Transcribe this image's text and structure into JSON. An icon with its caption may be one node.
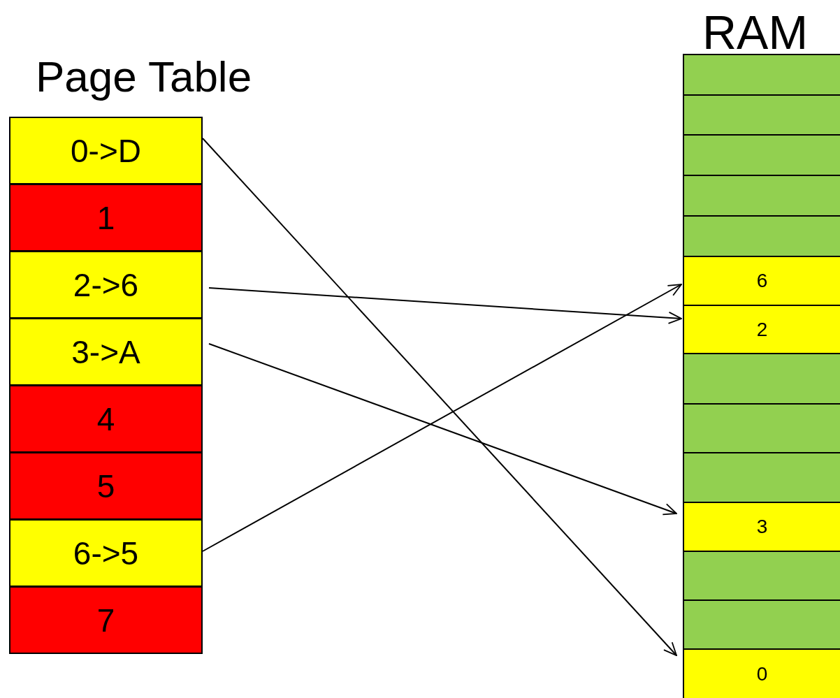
{
  "diagram": {
    "nodes": [
      {
        "text": [
          "Page Table"
        ]
      },
      {
        "text": [
          "0->D"
        ],
        "in": 0
      },
      {
        "text": [
          "1"
        ],
        "in": 0
      },
      {
        "text": [
          "2->6"
        ],
        "in": 0
      },
      {
        "text": [
          "3->A"
        ],
        "in": 0
      },
      {
        "text": [
          "4"
        ],
        "in": 0
      },
      {
        "text": [
          "5"
        ],
        "in": 0
      },
      {
        "text": [
          "6->5"
        ],
        "in": 0
      },
      {
        "text": [
          "7"
        ],
        "in": 0
      },
      {
        "text": [
          "RAM"
        ]
      },
      {
        "text": [],
        "shape": "box",
        "in": 9
      },
      {
        "text": [],
        "shape": "box",
        "in": 9
      },
      {
        "text": [],
        "shape": "box",
        "in": 9
      },
      {
        "text": [],
        "shape": "box",
        "in": 9
      },
      {
        "text": [],
        "shape": "box",
        "in": 9
      },
      {
        "text": [
          "6"
        ],
        "in": 9
      },
      {
        "text": [
          "2"
        ],
        "in": 9
      },
      {
        "text": [],
        "shape": "box",
        "in": 9
      },
      {
        "text": [],
        "shape": "box",
        "in": 9
      },
      {
        "text": [],
        "shape": "box",
        "in": 9
      },
      {
        "text": [
          "3"
        ],
        "in": 9
      },
      {
        "text": [],
        "shape": "box",
        "in": 9
      },
      {
        "text": [],
        "shape": "box",
        "in": 9
      },
      {
        "text": [
          "0"
        ],
        "in": 9
      }
    ],
    "edges": [
      {
        "from": 1,
        "to": 23,
        "arrow": "to"
      },
      {
        "from": 3,
        "to": 16,
        "arrow": "to"
      },
      {
        "from": 4,
        "to": 20,
        "arrow": "to"
      },
      {
        "from": 7,
        "to": 15,
        "arrow": "to"
      }
    ]
  }
}
